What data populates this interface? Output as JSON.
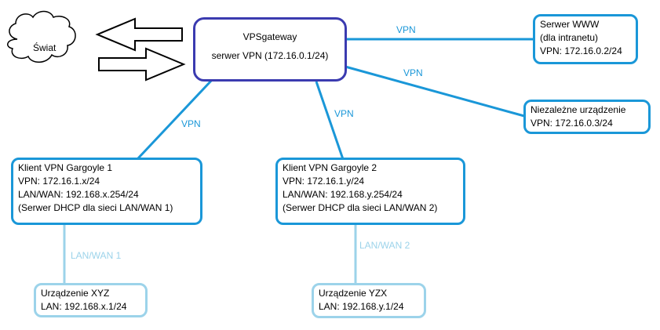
{
  "colors": {
    "vpn_line": "#1a97d8",
    "lan_line": "#9cd3ea",
    "gateway_border": "#3b3bb0"
  },
  "cloud": {
    "label": "Świat"
  },
  "gateway": {
    "line1": "VPSgateway",
    "line2": "serwer VPN (172.16.0.1/24)"
  },
  "www": {
    "line1": "Serwer WWW",
    "line2": "(dla intranetu)",
    "line3": "VPN: 172.16.0.2/24"
  },
  "independent": {
    "line1": "Niezależne urządzenie",
    "line2": "VPN: 172.16.0.3/24"
  },
  "client1": {
    "line1": "Klient VPN Gargoyle 1",
    "line2": "VPN: 172.16.1.x/24",
    "line3": "LAN/WAN: 192.168.x.254/24",
    "line4": "(Serwer DHCP dla sieci LAN/WAN 1)"
  },
  "client2": {
    "line1": "Klient VPN Gargoyle 2",
    "line2": "VPN: 172.16.1.y/24",
    "line3": "LAN/WAN: 192.168.y.254/24",
    "line4": "(Serwer DHCP dla sieci LAN/WAN 2)"
  },
  "device_xyz": {
    "line1": "Urządzenie XYZ",
    "line2": "LAN: 192.168.x.1/24"
  },
  "device_yzx": {
    "line1": "Urządzenie YZX",
    "line2": "LAN: 192.168.y.1/24"
  },
  "edges": {
    "vpn_www": "VPN",
    "vpn_independent": "VPN",
    "vpn_client1": "VPN",
    "vpn_client2": "VPN",
    "lan1": "LAN/WAN 1",
    "lan2": "LAN/WAN 2"
  }
}
